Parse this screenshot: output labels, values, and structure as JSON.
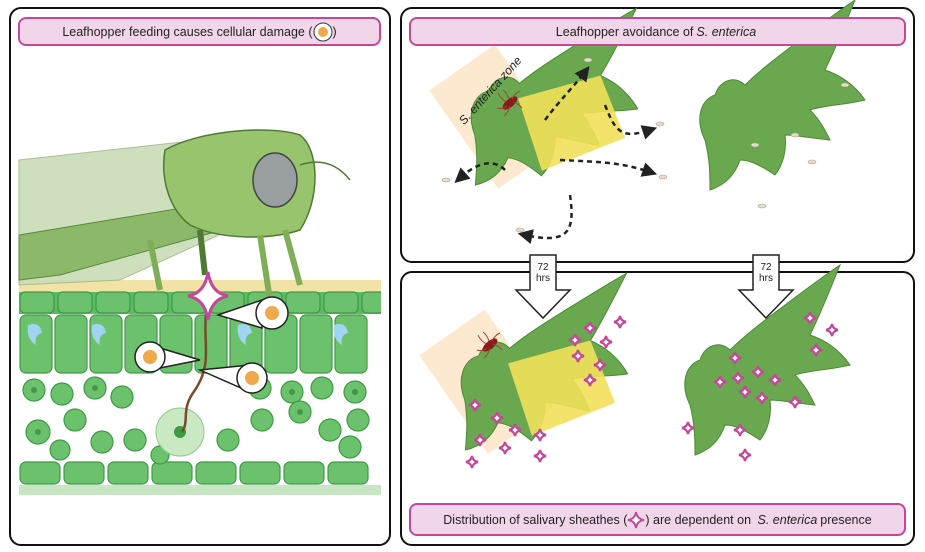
{
  "left_panel": {
    "title": "Leafhopper feeding causes cellular damage (",
    "title_end": ")",
    "icon": "cellular-damage-icon"
  },
  "top_right_panel": {
    "title_prefix": "Leafhopper avoidance of ",
    "title_species": "S. enterica",
    "zone_label_species": "S. enterica",
    "zone_label_suffix": " zone"
  },
  "arrows": [
    {
      "value": "72",
      "unit": "hrs"
    },
    {
      "value": "72",
      "unit": "hrs"
    }
  ],
  "bottom_right_panel": {
    "caption_prefix": "Distribution of salivary sheathes (",
    "caption_middle": ") are dependent on ",
    "caption_species": "S. enterica",
    "caption_suffix": " presence",
    "icon": "salivary-sheath-icon"
  },
  "colors": {
    "pill_fill": "#f0d6e8",
    "pill_border": "#c4479a",
    "leaf": "#6aa84f",
    "zone_fill": "#fde9cf",
    "yellow": "#f2e05a",
    "sheath": "#c4479a",
    "cell": "#6cc16c"
  }
}
